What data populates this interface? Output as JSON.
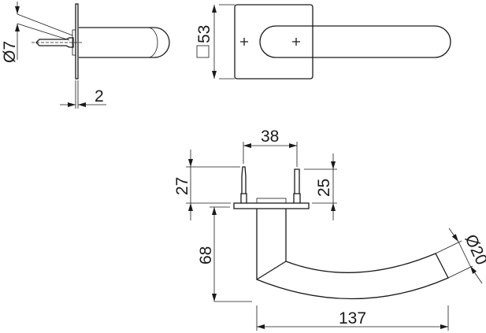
{
  "drawing": {
    "side_view": {
      "diameter_label": "Ø7",
      "thickness_label": "2"
    },
    "front_view": {
      "rose_size_label": "53",
      "rose_shape_symbol": "square"
    },
    "top_view": {
      "pin_spacing_label": "38",
      "pin_height_left_label": "27",
      "pin_height_right_label": "25",
      "neck_height_label": "68",
      "length_label": "137",
      "grip_diameter_label": "Ø20"
    },
    "colors": {
      "line": "#1a1a1a",
      "background": "#ffffff"
    }
  }
}
